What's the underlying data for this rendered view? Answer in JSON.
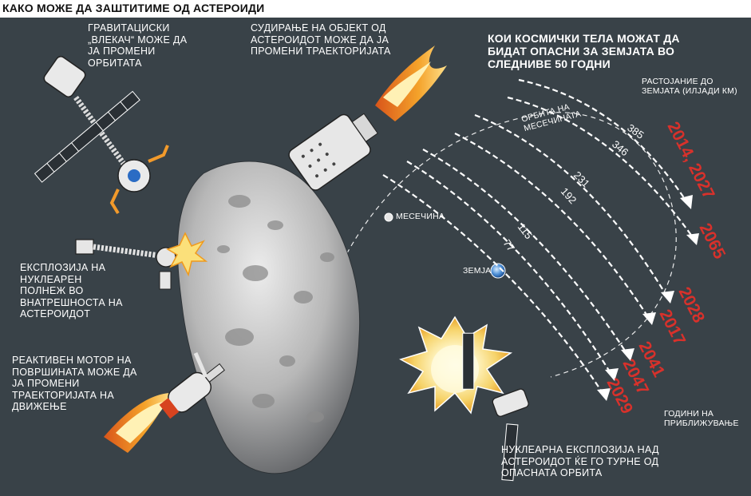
{
  "header": {
    "title": "КАКО МОЖЕ ДА ЗАШТИТИМЕ ОД АСТЕРОИДИ"
  },
  "captions": {
    "gravity_tractor": "ГРАВИТАЦИСКИ\n„ВЛЕКАЧ“ МОЖЕ ДА\nЈА ПРОМЕНИ\nОРБИТАТА",
    "collision": "СУДИРАЊЕ НА ОБЈЕКТ ОД\nАСТЕРОИДОТ МОЖЕ ДА ЈА\nПРОМЕНИ ТРАЕКТОРИЈАТА",
    "question": "КОИ КОСМИЧКИ ТЕЛА МОЖАТ ДА\nБИДАТ ОПАСНИ ЗА ЗЕМЈАТА ВО\nСЛЕДНИВЕ 50 ГОДНИ",
    "internal_explosion": "ЕКСПЛОЗИЈА НА\nНУКЛЕАРЕН\nПОЛНЕЖ ВО\nВНАТРЕШНОСТА НА\nАСТЕРОИДОТ",
    "jet_engine": "РЕАКТИВЕН МОТОР НА\nПОВРШИНАТА МОЖЕ ДА\nЈА ПРОМЕНИ\nТРАЕКТОРИЈАТА НА\nДВИЖЕЊЕ",
    "nuclear_blast": "НУКЛЕАРНА ЕКСПЛОЗИЈА НАД\nАСТЕРОИДОТ ЌЕ ГО ТУРНЕ ОД\nОПАСНАТА ОРБИТА"
  },
  "labels": {
    "distance_header": "РАСТОЈАНИЕ ДО\nЗЕМЈАТА (ИЛЈАДИ КМ)",
    "moon_orbit": "ОРБИТА НА\nМЕСЕЧИНАТА",
    "moon": "МЕСЕЧИНА",
    "earth": "ЗЕМЈА",
    "years_header": "ГОДИНИ НА\nПРИБЛИЖУВАЊЕ"
  },
  "trajectories": [
    {
      "distance": "385",
      "year": "2014, 2027"
    },
    {
      "distance": "346",
      "year": "2065"
    },
    {
      "distance": "231",
      "year": "2028"
    },
    {
      "distance": "192",
      "year": "2017"
    },
    {
      "distance": "115",
      "year": "2041"
    },
    {
      "distance": "77",
      "year": "2047"
    },
    {
      "distance": "",
      "year": "2029"
    }
  ],
  "colors": {
    "background": "#394248",
    "year_red": "#d8312b",
    "flame_orange": "#f08a1c",
    "asteroid_gray": "#b9b9b9"
  }
}
